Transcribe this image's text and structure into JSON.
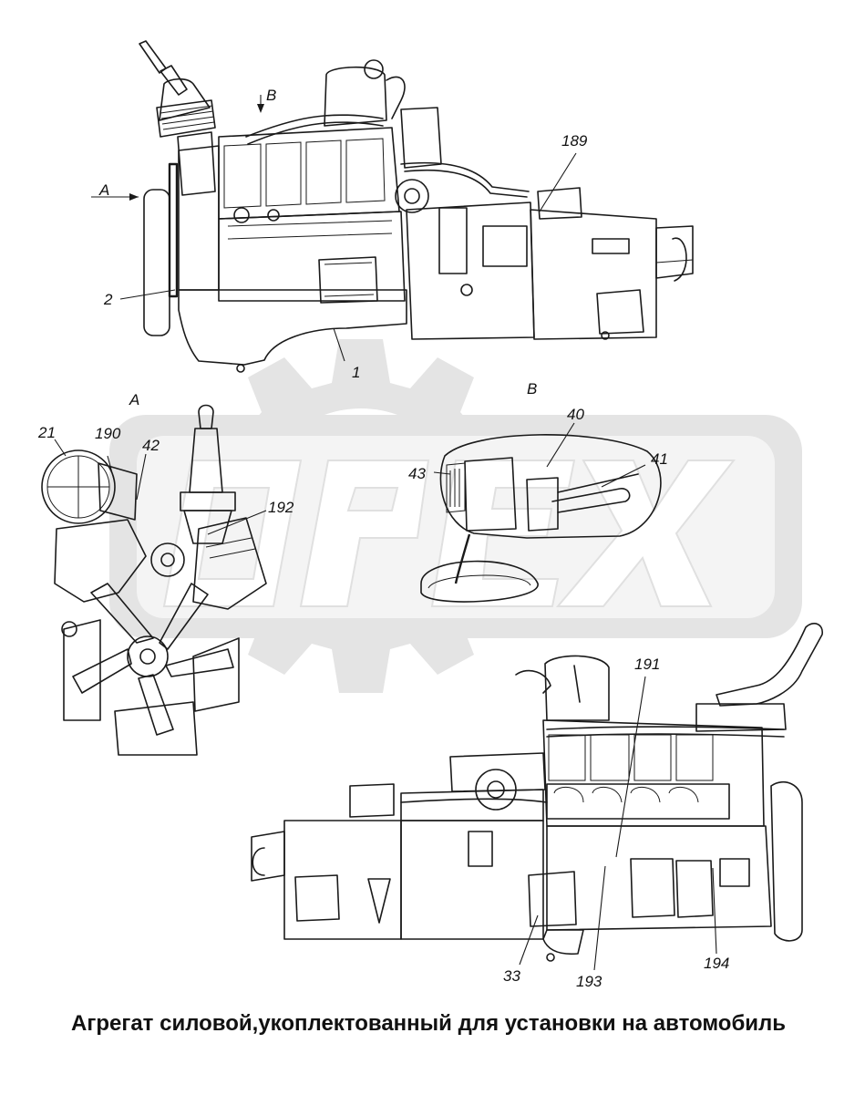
{
  "watermark": {
    "text": "OPEX",
    "color": "#e2e2e2"
  },
  "view_labels": {
    "A_arrow": "A",
    "B_arrow": "B",
    "A_view": "A",
    "B_view": "B"
  },
  "callouts": {
    "c189": "189",
    "c2": "2",
    "c1": "1",
    "c21": "21",
    "c190": "190",
    "c42": "42",
    "c192": "192",
    "c40": "40",
    "c41": "41",
    "c43": "43",
    "c191": "191",
    "c33": "33",
    "c193": "193",
    "c194": "194"
  },
  "caption": "Агрегат силовой,укоплектованный для установки на автомобиль"
}
